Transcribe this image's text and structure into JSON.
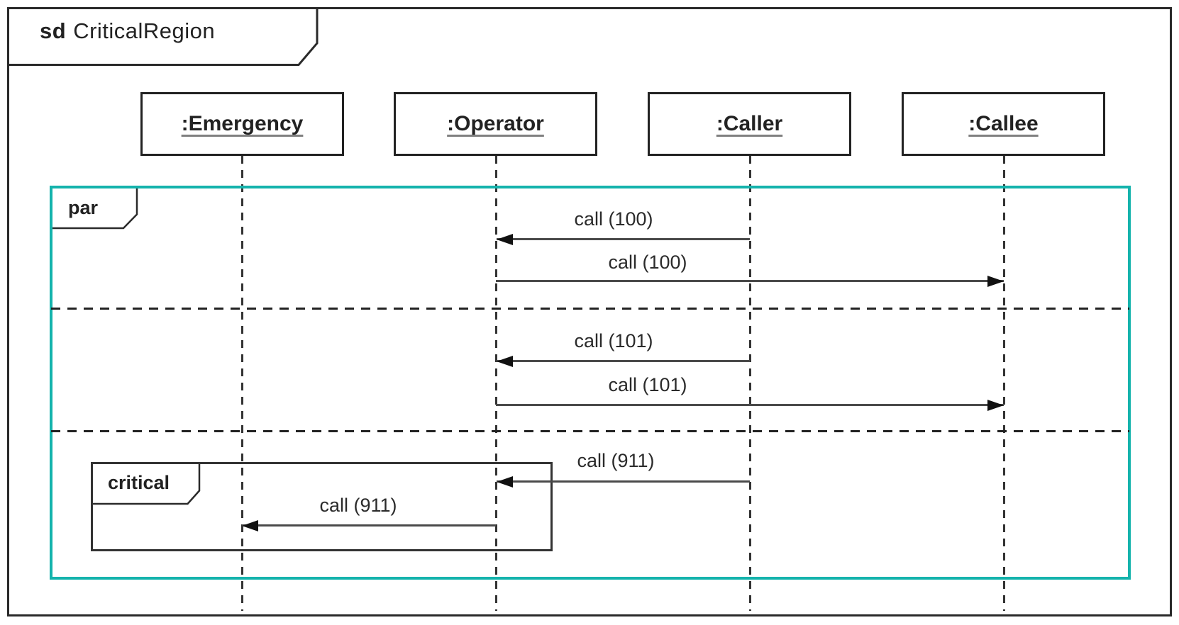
{
  "frame": {
    "keyword": "sd",
    "name": "CriticalRegion"
  },
  "lifelines": [
    {
      "label": ":Emergency"
    },
    {
      "label": ":Operator"
    },
    {
      "label": ":Caller"
    },
    {
      "label": ":Callee"
    }
  ],
  "fragments": [
    {
      "operator": "par",
      "operand_count": 3
    },
    {
      "operator": "critical",
      "operand_count": 1
    }
  ],
  "messages": [
    {
      "label": "call (100)",
      "from": ":Caller",
      "to": ":Operator",
      "direction": "left"
    },
    {
      "label": "call (100)",
      "from": ":Operator",
      "to": ":Callee",
      "direction": "right"
    },
    {
      "label": "call (101)",
      "from": ":Caller",
      "to": ":Operator",
      "direction": "left"
    },
    {
      "label": "call (101)",
      "from": ":Operator",
      "to": ":Callee",
      "direction": "right"
    },
    {
      "label": "call (911)",
      "from": ":Caller",
      "to": ":Operator",
      "direction": "left"
    },
    {
      "label": "call (911)",
      "from": ":Operator",
      "to": ":Emergency",
      "direction": "left"
    }
  ],
  "colors": {
    "par_frame_border": "#14b3ac",
    "message_line": "#4a4a4a",
    "text": "#222222",
    "name_underline": "#808080"
  }
}
